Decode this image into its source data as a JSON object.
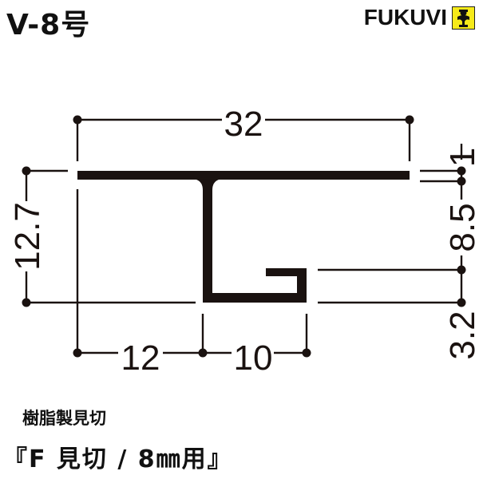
{
  "header": {
    "title": "V-8号",
    "brand": "FUKUVI",
    "logo_icon": "fukuvi-mascot-logo-icon"
  },
  "drawing": {
    "description": "Cross-section profile of a resin edge trim (T/F shaped)",
    "profile_color": "#1a1210",
    "dimensions": {
      "overall_width": "32",
      "overall_height": "12.7",
      "left_offset": "12",
      "hook_width": "10",
      "top_thickness": "1",
      "middle_gap": "8.5",
      "bottom_gap": "3.2"
    }
  },
  "captions": {
    "line1": "樹脂製見切",
    "line2": "『F 見切 / 8㎜用』"
  },
  "colors": {
    "ink": "#1a1210",
    "logo_bg": "#f6ea1a",
    "background": "#ffffff"
  }
}
